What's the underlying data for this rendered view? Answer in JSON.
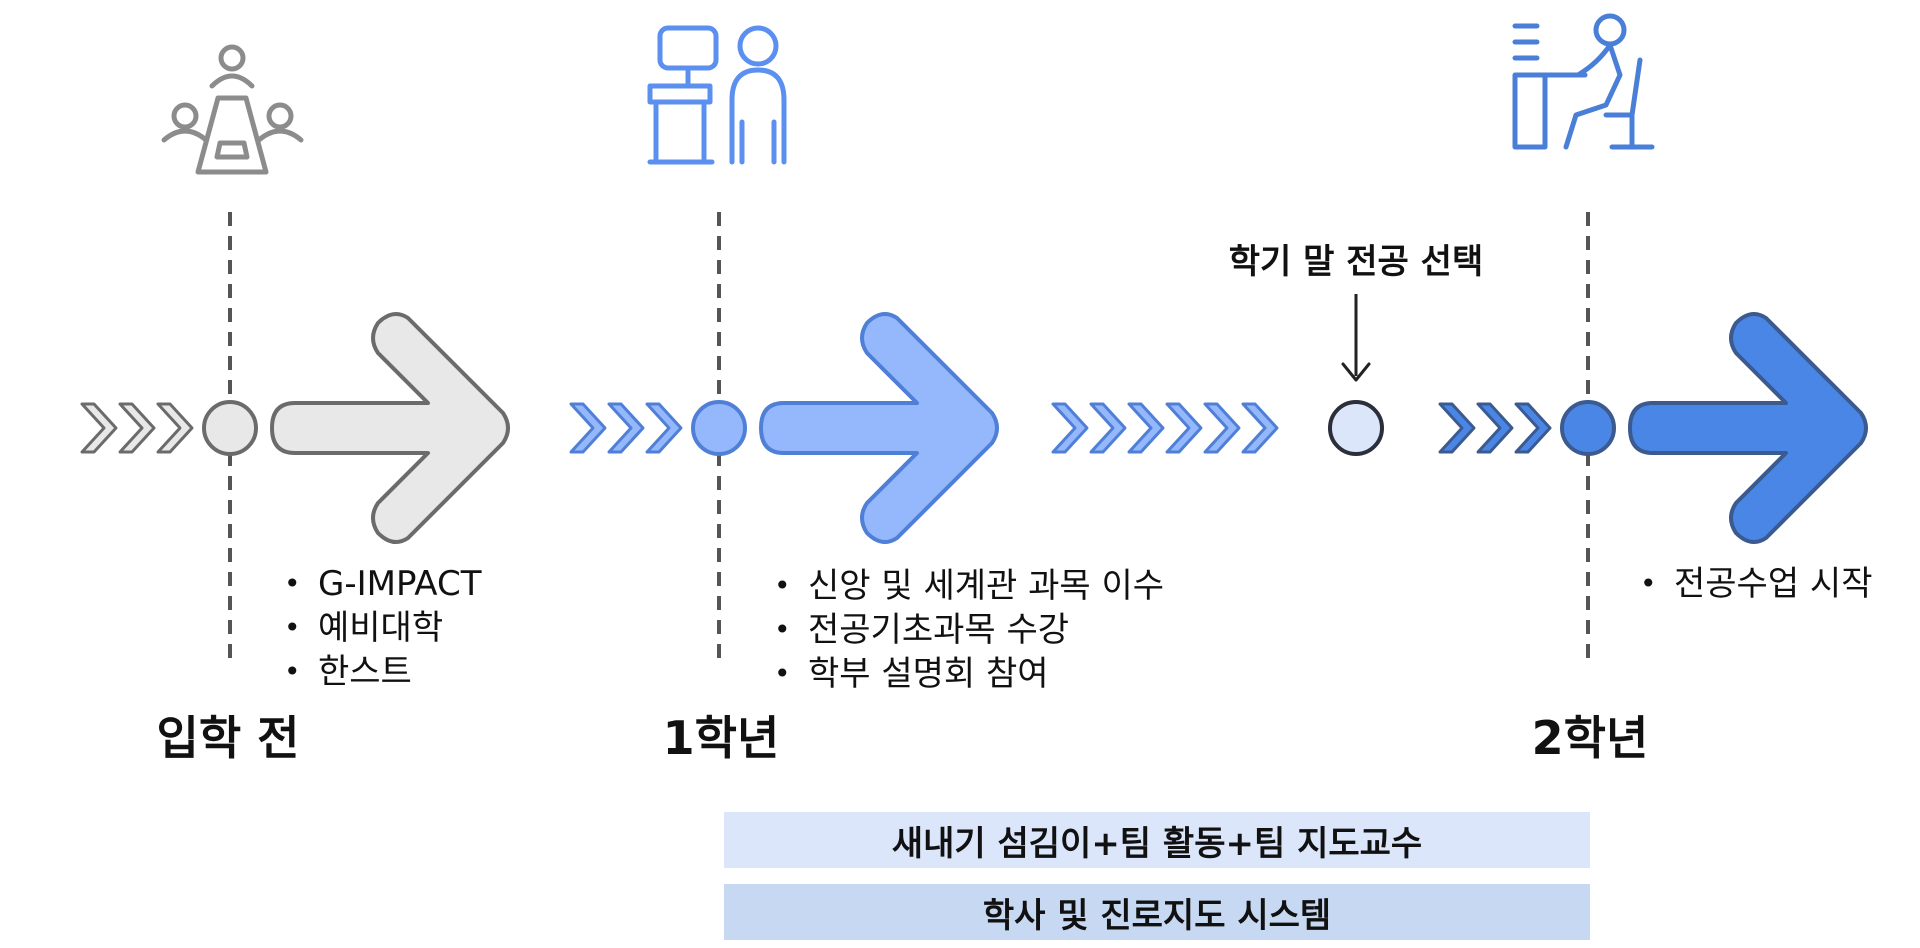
{
  "stages": [
    {
      "label": "입학 전",
      "bullets": [
        "G-IMPACT",
        "예비대학",
        "한스트"
      ],
      "icon": "meeting-table-icon",
      "color": "#8c8c8c"
    },
    {
      "label": "1학년",
      "bullets": [
        "신앙 및 세계관 과목 이수",
        "전공기초과목 수강",
        "학부 설명회 참여"
      ],
      "icon": "computer-desk-person-icon",
      "color": "#5b8ff0"
    },
    {
      "label": "2학년",
      "bullets": [
        "전공수업 시작"
      ],
      "icon": "person-at-desk-icon",
      "color": "#4a7fd8"
    }
  ],
  "milestone": {
    "label": "학기 말 전공 선택"
  },
  "bands": [
    {
      "label": "새내기 섬김이+팀 활동+팀 지도교수",
      "color": "#dbe6fb"
    },
    {
      "label": "학사 및 진로지도 시스템",
      "color": "#c7d8f3"
    }
  ],
  "colors": {
    "gray_fill": "#e8e8e8",
    "gray_stroke": "#6b6b6b",
    "light_blue_fill": "#94b8fb",
    "light_blue_stroke": "#4f7fd6",
    "dark_blue_fill": "#4a86e6",
    "dark_blue_stroke": "#3b5a8f",
    "milestone_fill": "#dbe6fb"
  }
}
